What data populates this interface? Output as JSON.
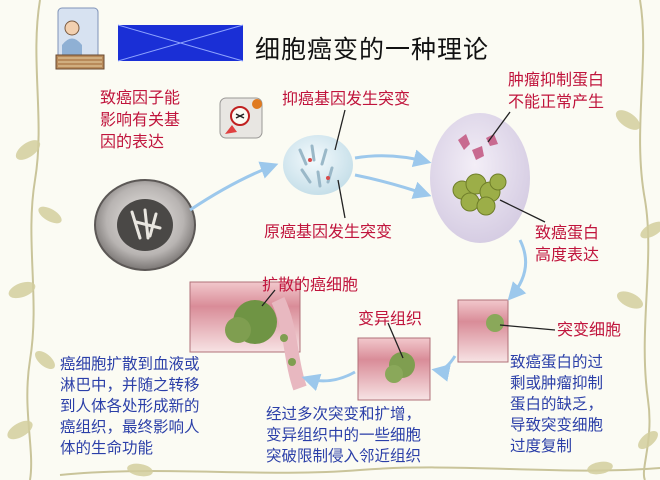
{
  "title": "细胞癌变的一种理论",
  "labels": {
    "carcinogen_factor": [
      "致癌因子能",
      "影响有关基",
      "因的表达"
    ],
    "suppressor_mutation": "抑癌基因发生突变",
    "protooncogene_mutation": "原癌基因发生突变",
    "suppressor_protein": [
      "肿瘤抑制蛋白",
      "不能正常产生"
    ],
    "oncoprotein": [
      "致癌蛋白",
      "高度表达"
    ],
    "spread_cells": "扩散的癌细胞",
    "altered_tissue": "变异组织",
    "mutant_cell": "突变细胞"
  },
  "descriptions": {
    "left": [
      "癌细胞扩散到血液或",
      "淋巴中，并随之转移",
      "到人体各处形成新的",
      "癌组织，最终影响人",
      "体的生命功能"
    ],
    "middle": [
      "经过多次突变和扩增，",
      "变异组织中的一些细胞",
      "突破限制侵入邻近组织"
    ],
    "right": [
      "致癌蛋白的过",
      "剩或肿瘤抑制",
      "蛋白的缺乏，",
      "导致突变细胞",
      "过度复制"
    ]
  },
  "colors": {
    "label_red": "#c0143c",
    "text_blue": "#2b3fa8",
    "arrow_blue": "#9cc8ec",
    "placeholder_blue": "#1a2fd6"
  }
}
